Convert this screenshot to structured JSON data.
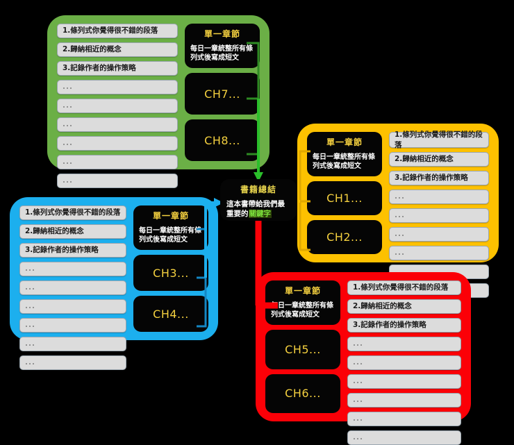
{
  "diagram": {
    "center": {
      "title": "書籍總結",
      "body_prefix": "這本書帶給我們最重要的",
      "keyword": "關鍵字",
      "keyword_color": "#7CE03B"
    },
    "list_items": [
      "1.條列式你覺得很不錯的段落",
      "2.歸納相近的概念",
      "3.記錄作者的操作策略",
      "...",
      "...",
      "...",
      "...",
      "...",
      "..."
    ],
    "chapter_head": {
      "title": "單一章節",
      "body": "每日一章統整所有條列式後寫成短文"
    },
    "groups": [
      {
        "id": "green",
        "color": "#6BAF46",
        "layout": "list-left",
        "chapters": [
          "CH7...",
          "CH8..."
        ]
      },
      {
        "id": "yellow",
        "color": "#FDC100",
        "layout": "list-right",
        "chapters": [
          "CH1...",
          "CH2..."
        ]
      },
      {
        "id": "blue",
        "color": "#1CAFEE",
        "layout": "list-left",
        "chapters": [
          "CH3...",
          "CH4..."
        ]
      },
      {
        "id": "red",
        "color": "#FB0007",
        "layout": "list-right",
        "chapters": [
          "CH5...",
          "CH6..."
        ]
      }
    ]
  }
}
